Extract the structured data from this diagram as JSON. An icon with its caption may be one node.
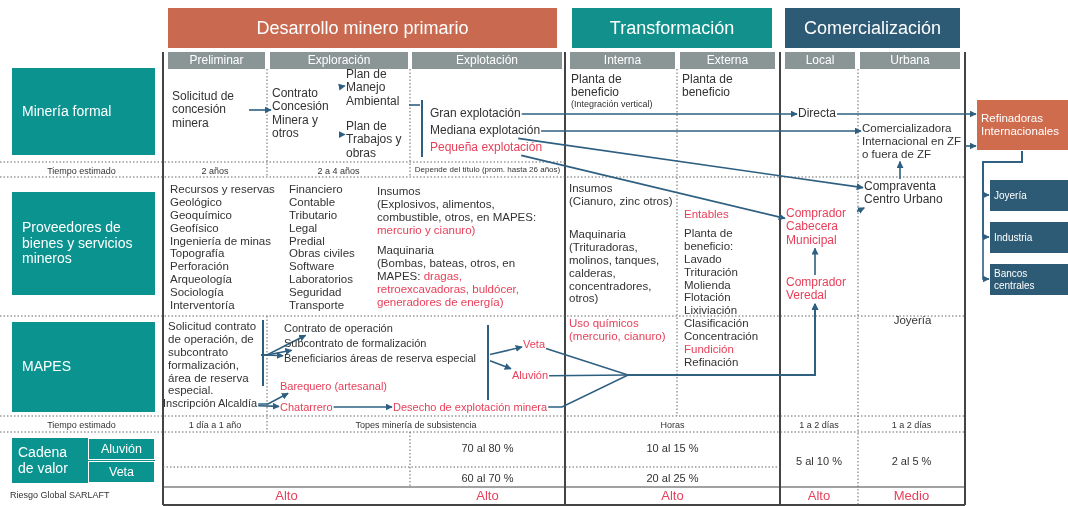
{
  "diagram": {
    "nodes": [
      {
        "text": [
          "Desarrollo minero primario"
        ]
      },
      {
        "text": [
          "Transformación"
        ]
      },
      {
        "text": [
          "Comercialización"
        ]
      },
      {
        "text": [
          "Preliminar"
        ]
      },
      {
        "text": [
          "Exploración"
        ]
      },
      {
        "text": [
          "Explotación"
        ]
      },
      {
        "text": [
          "Interna"
        ]
      },
      {
        "text": [
          "Externa"
        ]
      },
      {
        "text": [
          "Local"
        ]
      },
      {
        "text": [
          "Urbana"
        ]
      },
      {
        "text": [
          "Minería formal"
        ]
      },
      {
        "text": [
          "Solicitud de concesión minera"
        ]
      },
      {
        "text": [
          "Contrato Concesión Minera y otros"
        ]
      },
      {
        "text": [
          "Plan de Manejo Ambiental"
        ]
      },
      {
        "text": [
          "Plan de Trabajos y obras"
        ]
      },
      {
        "text": [],
        "shape": "bar"
      },
      {
        "text": [
          "Gran explotación"
        ]
      },
      {
        "text": [
          "Mediana explotación"
        ]
      },
      {
        "text": [
          "Pequeña explotación"
        ]
      },
      {
        "text": [
          "Directa"
        ]
      },
      {
        "text": [
          "Refinadoras Internacionales"
        ]
      },
      {
        "text": [
          "Comercializadora Internacional en ZF o fuera de ZF"
        ]
      },
      {
        "text": [
          "Joyería"
        ]
      },
      {
        "text": [
          "Industria"
        ]
      },
      {
        "text": [
          "Bancos centrales"
        ]
      },
      {
        "text": [
          "Proveedores de bienes y servicios mineros"
        ]
      },
      {
        "text": [
          "Compraventa Centro Urbano"
        ]
      },
      {
        "text": [
          "Comprador Cabecera Municipal"
        ]
      },
      {
        "text": [
          "Comprador Veredal"
        ]
      },
      {
        "text": [
          "MAPES"
        ]
      },
      {
        "text": [
          "Solicitud contrato de operación, de subcontrato formalización, área de reserva especial."
        ]
      },
      {
        "text": [
          "Contrato de operación"
        ]
      },
      {
        "text": [
          "Subcontrato de formalización"
        ]
      },
      {
        "text": [
          "Beneficiarios áreas de reserva especial"
        ]
      },
      {
        "text": [],
        "shape": "bar"
      },
      {
        "text": [
          "Veta"
        ]
      },
      {
        "text": [
          "Aluvión"
        ]
      },
      {
        "text": [
          "Barequero (artesanal)"
        ]
      },
      {
        "text": [
          "Inscripción Alcaldía"
        ]
      },
      {
        "text": [
          "Chatarrero"
        ]
      },
      {
        "text": [
          "Desecho de explotación minera"
        ]
      },
      {
        "text": [
          "Cadena de valor"
        ]
      },
      {
        "text": [
          "Aluvión"
        ],
        "in": 41
      },
      {
        "text": [
          "Veta"
        ],
        "in": 41
      }
    ],
    "edges": [
      {
        "from": 11,
        "to": 12,
        "arrow": "to"
      },
      {
        "from": 12,
        "to": 13,
        "arrow": "to"
      },
      {
        "from": 12,
        "to": 14,
        "arrow": "to"
      },
      {
        "from": 13,
        "to": 15,
        "arrow": "none"
      },
      {
        "from": 16,
        "to": 19,
        "arrow": "to"
      },
      {
        "from": 19,
        "to": 20,
        "arrow": "to"
      },
      {
        "from": 17,
        "to": 21,
        "arrow": "to"
      },
      {
        "from": 17,
        "to": 26,
        "arrow": "to"
      },
      {
        "from": 18,
        "to": 27,
        "arrow": "to"
      },
      {
        "from": 26,
        "to": 21,
        "arrow": "to"
      },
      {
        "from": 27,
        "to": 26,
        "arrow": "to"
      },
      {
        "from": 28,
        "to": 27,
        "arrow": "to"
      },
      {
        "from": 21,
        "to": 20,
        "arrow": "to"
      },
      {
        "from": 20,
        "to": 22,
        "arrow": "to"
      },
      {
        "from": 20,
        "to": 23,
        "arrow": "to"
      },
      {
        "from": 20,
        "to": 24,
        "arrow": "to"
      },
      {
        "from": 30,
        "to": 31,
        "arrow": "to"
      },
      {
        "from": 30,
        "to": 32,
        "arrow": "to"
      },
      {
        "from": 30,
        "to": 33,
        "arrow": "to"
      },
      {
        "from": 38,
        "to": 37,
        "arrow": "to"
      },
      {
        "from": 38,
        "to": 39,
        "arrow": "to"
      },
      {
        "from": 39,
        "to": 40,
        "arrow": "to"
      },
      {
        "from": 34,
        "to": 35,
        "arrow": "to"
      },
      {
        "from": 34,
        "to": 36,
        "arrow": "to"
      },
      {
        "from": 35,
        "to": 28,
        "arrow": "to"
      },
      {
        "from": 36,
        "to": 28,
        "arrow": "to"
      },
      {
        "from": 40,
        "to": 28,
        "arrow": "to"
      }
    ],
    "labels": [
      "Planta de beneficio",
      "(Integración vertical)",
      "Planta de beneficio",
      "Tiempo estimado",
      "2 años",
      "2 a 4 años",
      "Depende del título (prom. hasta 26 años)",
      "Recursos y reservas",
      "Geológico",
      "Geoquímico",
      "Geofísico",
      "Ingeniería de minas",
      "Topografía",
      "Perforación",
      "Arqueología",
      "Sociología",
      "Interventoría",
      "Financiero",
      "Contable",
      "Tributario",
      "Legal",
      "Predial",
      "Obras civiles",
      "Software",
      "Laboratorios",
      "Seguridad",
      "Transporte",
      "Insumos",
      "(Explosivos, alimentos, combustible, otros, en MAPES:",
      "mercurio y cianuro)",
      "Maquinaria",
      "(Bombas, bateas, otros, en MAPES:",
      "dragas, retroexcavadoras, buldócer, generadores de energía)",
      "Insumos",
      "(Cianuro, zinc otros)",
      "Maquinaria",
      "(Trituradoras, molinos, tanques, calderas, concentradores, otros)",
      "Entables",
      "Planta de beneficio:",
      "Lavado",
      "Trituración",
      "Molienda",
      "Flotación",
      "Lixiviación",
      "Clasificación",
      "Concentración",
      "Fundición",
      "Refinación",
      "Uso químicos (mercurio, cianuro)",
      "Joyería",
      "Tiempo estimado",
      "1 día a 1 año",
      "Topes minería de subsistencia",
      "Horas",
      "1 a 2 días",
      "1 a 2 días",
      "70 al 80 %",
      "10 al 15 %",
      "5 al 10 %",
      "2 al 5 %",
      "60 al 70 %",
      "20 al 25 %",
      "Riesgo Global SARLAFT",
      "Alto",
      "Alto",
      "Alto",
      "Alto",
      "Medio"
    ]
  }
}
